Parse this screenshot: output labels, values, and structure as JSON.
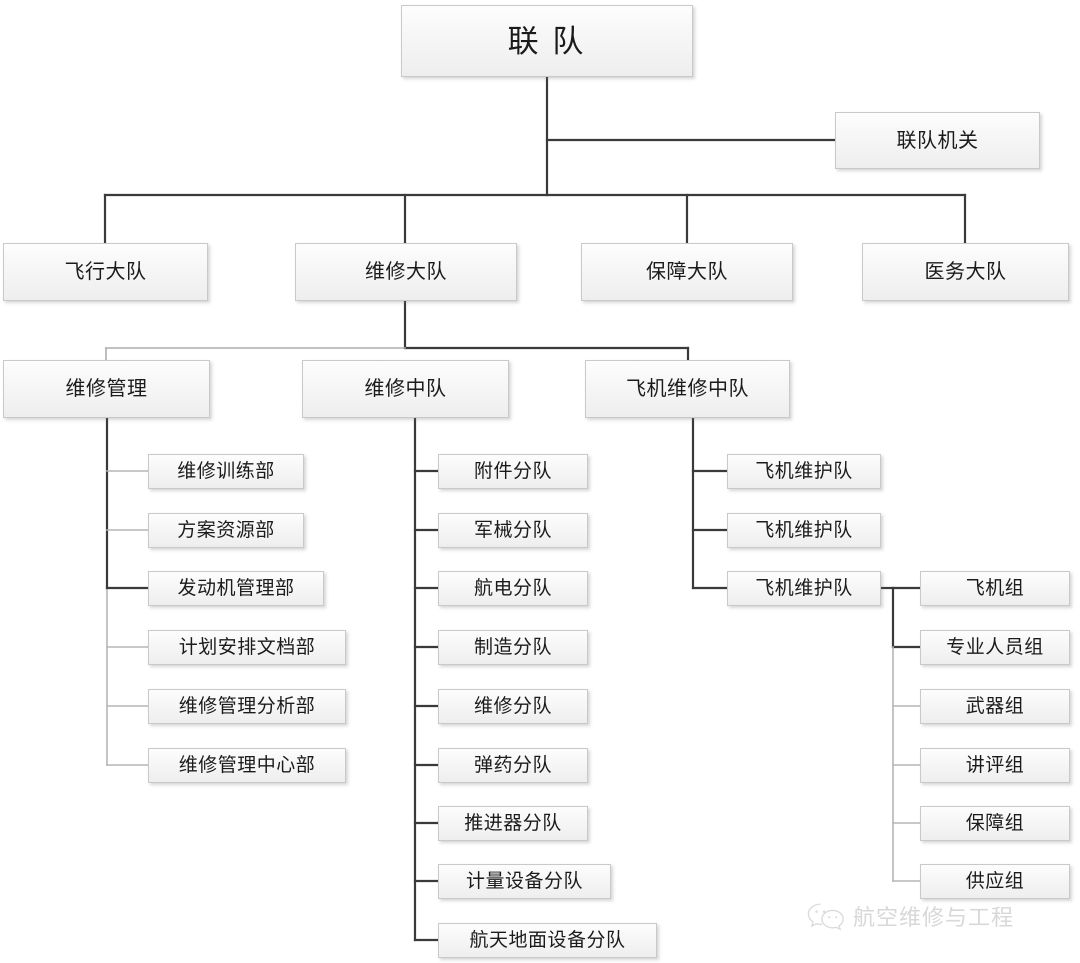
{
  "diagram": {
    "type": "org-chart",
    "title_node": "联  队",
    "watermark": {
      "icon": "wechat-icon",
      "text": "航空维修与工程"
    },
    "colors": {
      "box_border": "#c9c9c9",
      "box_fill_top": "#fdfdfd",
      "box_fill_bottom": "#eeeeee",
      "text": "#1b1b1b",
      "line_dark": "#3a3a3a",
      "line_light": "#b5b5b5",
      "watermark": "#d8d8d8",
      "background": "#ffffff"
    },
    "nodes": {
      "root": {
        "label": "联  队"
      },
      "staff": {
        "label": "联队机关"
      },
      "level3": [
        {
          "label": "飞行大队"
        },
        {
          "label": "维修大队"
        },
        {
          "label": "保障大队"
        },
        {
          "label": "医务大队"
        }
      ],
      "level4": [
        {
          "label": "维修管理"
        },
        {
          "label": "维修中队"
        },
        {
          "label": "飞机维修中队"
        }
      ],
      "maintenance_management": [
        {
          "label": "维修训练部"
        },
        {
          "label": "方案资源部"
        },
        {
          "label": "发动机管理部"
        },
        {
          "label": "计划安排文档部"
        },
        {
          "label": "维修管理分析部"
        },
        {
          "label": "维修管理中心部"
        }
      ],
      "maintenance_squadron": [
        {
          "label": "附件分队"
        },
        {
          "label": "军械分队"
        },
        {
          "label": "航电分队"
        },
        {
          "label": "制造分队"
        },
        {
          "label": "维修分队"
        },
        {
          "label": "弹药分队"
        },
        {
          "label": "推进器分队"
        },
        {
          "label": "计量设备分队"
        },
        {
          "label": "航天地面设备分队"
        }
      ],
      "aircraft_squadron": [
        {
          "label": "飞机维护队"
        },
        {
          "label": "飞机维护队"
        },
        {
          "label": "飞机维护队"
        }
      ],
      "aircraft_teams": [
        {
          "label": "飞机组"
        },
        {
          "label": "专业人员组"
        },
        {
          "label": "武器组"
        },
        {
          "label": "讲评组"
        },
        {
          "label": "保障组"
        },
        {
          "label": "供应组"
        }
      ]
    }
  }
}
